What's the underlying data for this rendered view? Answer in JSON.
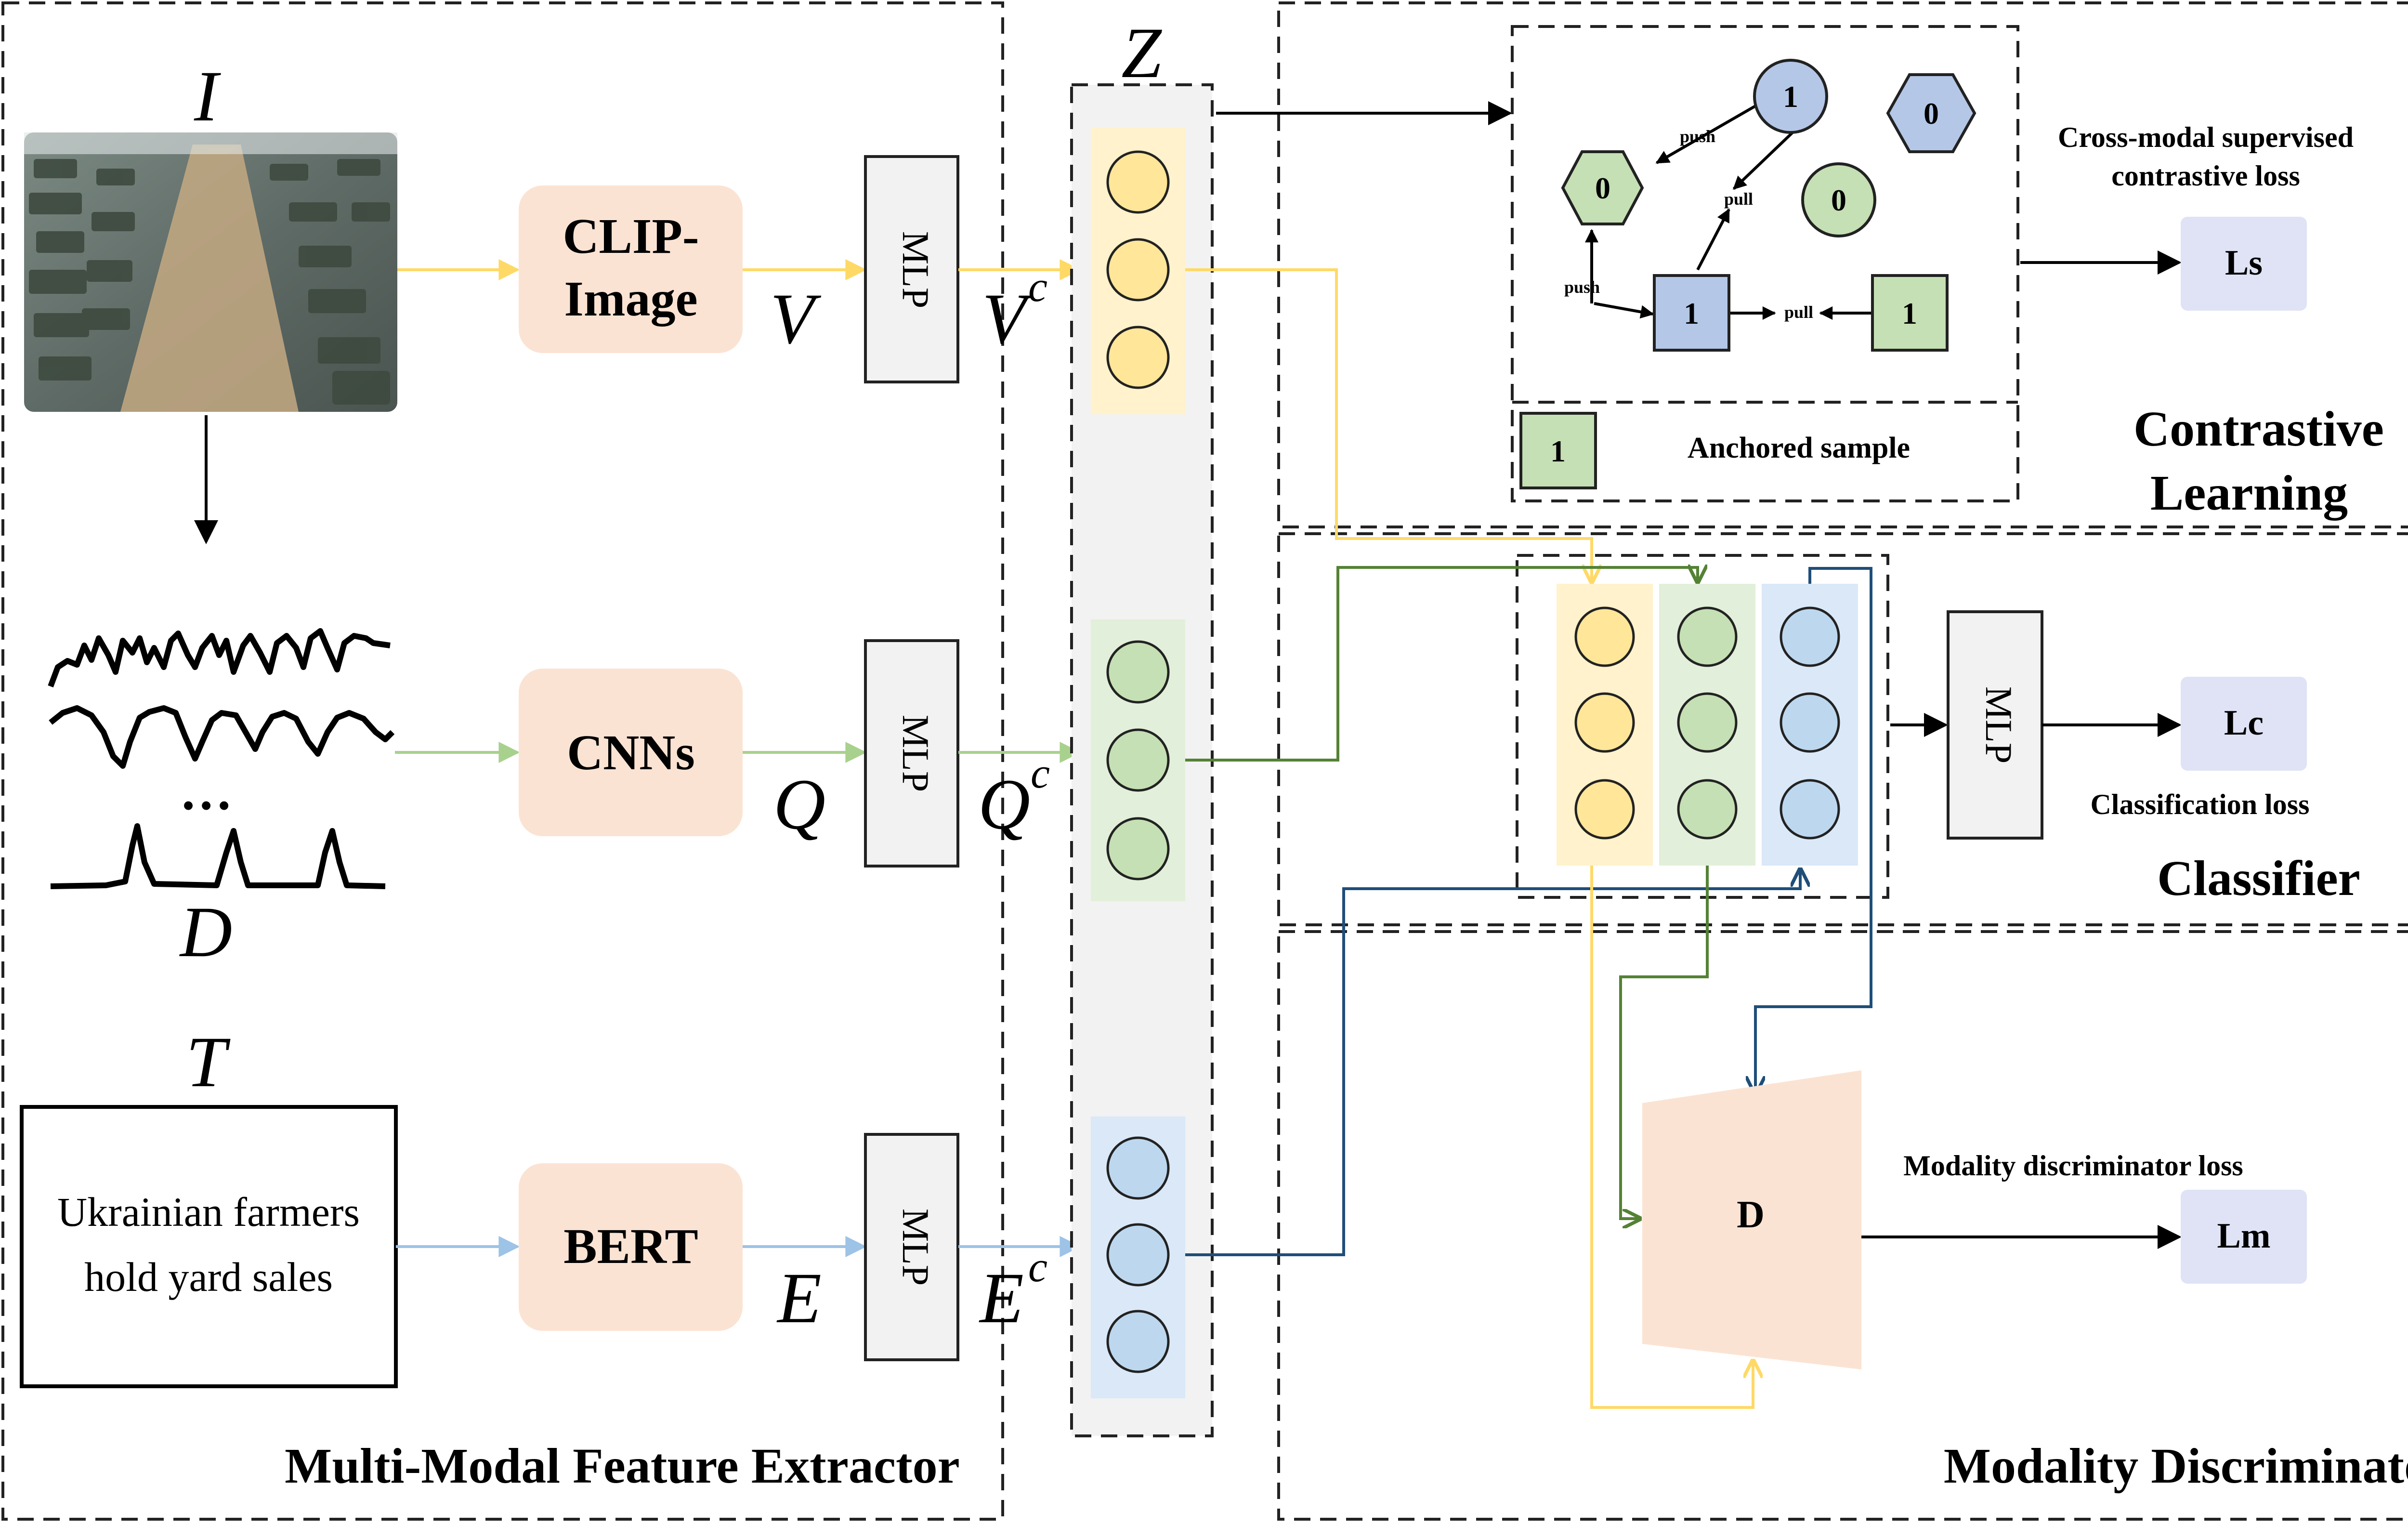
{
  "inputs": {
    "image_symbol": "I",
    "signal_symbol": "D",
    "signal_ellipsis": "…",
    "text_symbol": "T",
    "text_line1": "Ukrainian farmers",
    "text_line2": "hold yard sales"
  },
  "encoders": {
    "clip_line1": "CLIP-",
    "clip_line2": "Image",
    "cnns": "CNNs",
    "bert": "BERT"
  },
  "features": {
    "v": "V",
    "q": "Q",
    "e": "E"
  },
  "mlp_label": "MLP",
  "projected": {
    "vc_base": "V",
    "qc_base": "Q",
    "ec_base": "E",
    "superscript": "c"
  },
  "z_label": "Z",
  "contrastive": {
    "title_line1": "Contrastive",
    "title_line2": "Learning",
    "loss_caption_line1": "Cross-modal supervised",
    "loss_caption_line2": "contrastive loss",
    "loss": "Ls",
    "anchored_label": "Anchored sample",
    "anchored_value": "1",
    "push": "push",
    "pull": "pull",
    "nodes": {
      "circle_top": "1",
      "hexagon_right": "0",
      "hexagon_left": "0",
      "circle_green": "0",
      "square_blue": "1",
      "square_green": "1"
    }
  },
  "classifier": {
    "title": "Classifier",
    "loss": "Lc",
    "loss_caption": "Classification loss"
  },
  "discriminator": {
    "title": "Modality Discriminator",
    "d_label": "D",
    "loss": "Lm",
    "loss_caption": "Modality discriminator loss"
  },
  "extractor_title": "Multi-Modal Feature Extractor",
  "colors": {
    "encoder_fill": "#fbe3d3",
    "loss_fill": "#dfe3f5",
    "yellow_band": "#fff2cc",
    "yellow_circle": "#ffe699",
    "green_band": "#e2efda",
    "green_circle": "#c5e0b4",
    "blue_band": "#dae8f7",
    "blue_circle": "#bdd7ee",
    "arrow_yellow": "#ffd966",
    "arrow_green": "#a9d18e",
    "arrow_blue": "#9dc3e6",
    "line_yellow": "#ffd966",
    "line_green": "#548235",
    "line_blue": "#1f4e79",
    "hex_blue": "#b4c7e7",
    "node_green": "#c5e0b4",
    "node_blue": "#b4c7e7",
    "z_column": "#f2f2f2",
    "mlp_fill": "#f2f2f2"
  }
}
